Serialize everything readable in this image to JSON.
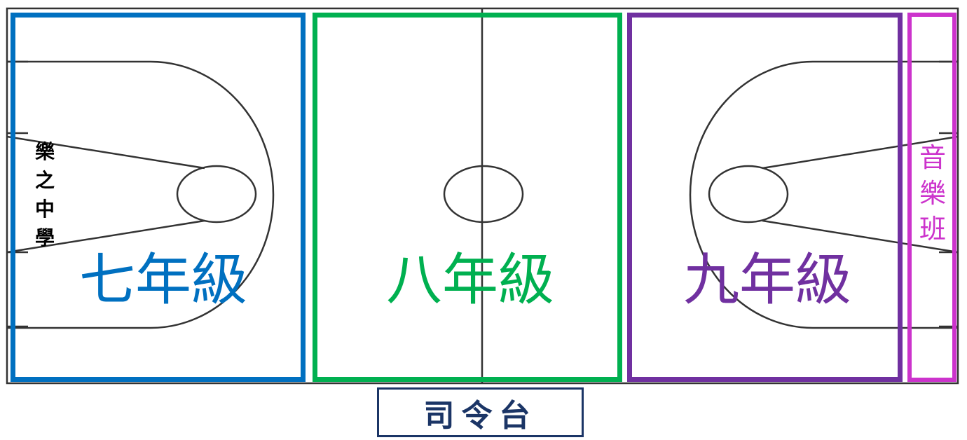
{
  "school_name": "樂之中學",
  "zones": [
    {
      "id": "grade7",
      "label": "七年級",
      "color": "#0070c0"
    },
    {
      "id": "grade8",
      "label": "八年級",
      "color": "#00b050"
    },
    {
      "id": "grade9",
      "label": "九年級",
      "color": "#7030a0"
    },
    {
      "id": "music",
      "label": "音樂班",
      "color": "#cc33cc"
    }
  ],
  "stage": {
    "label": "司令台",
    "color": "#1b3566"
  },
  "court_line_color": "#333333"
}
